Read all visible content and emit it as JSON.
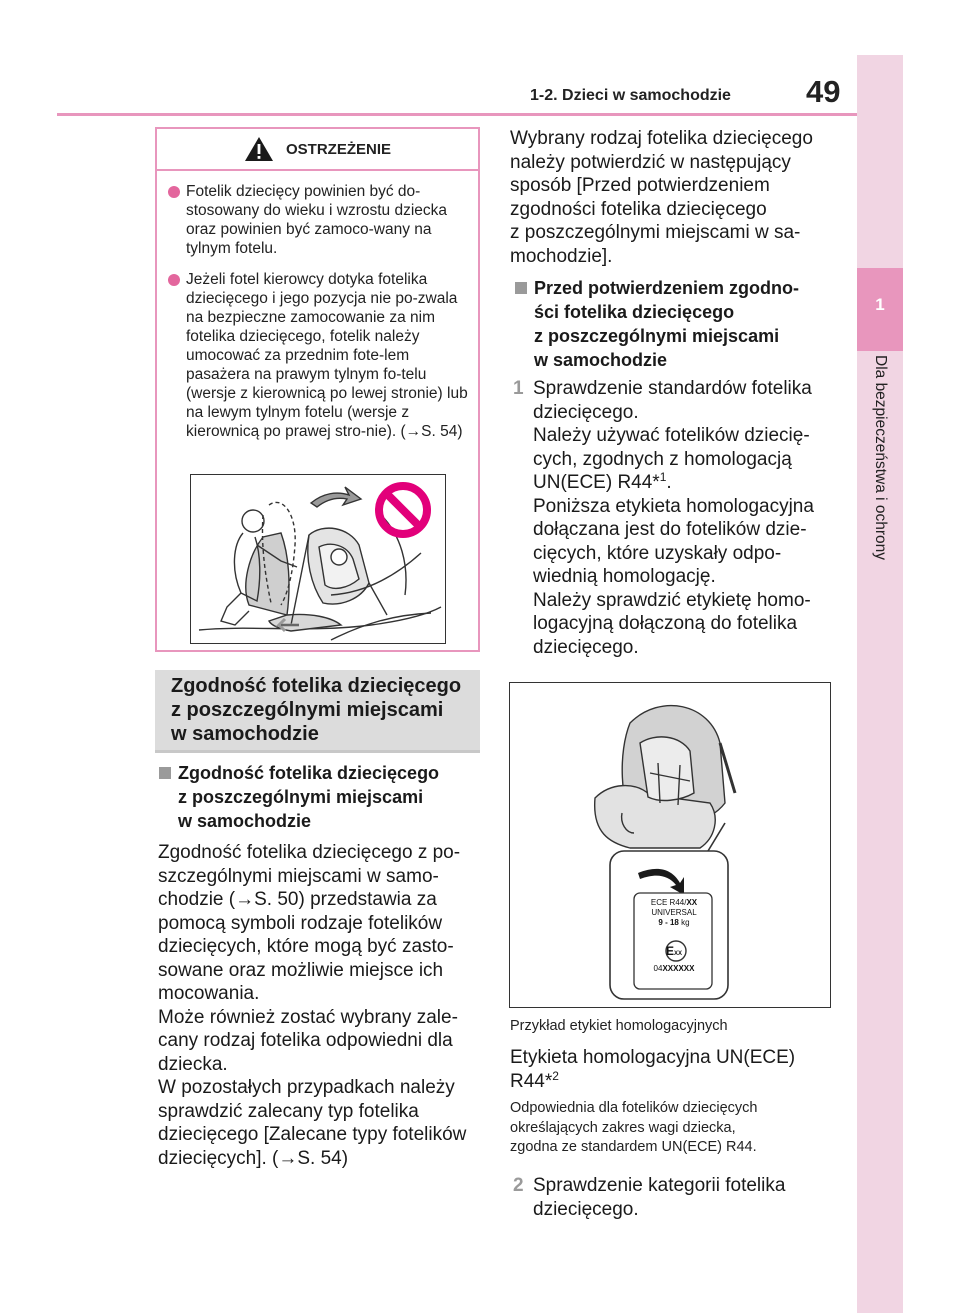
{
  "header": {
    "section_title": "1-2. Dzieci w samochodzie",
    "page_number": "49"
  },
  "side_tab": {
    "chapter_number": "1",
    "chapter_title": "Dla bezpieczeństwa i ochrony"
  },
  "warning": {
    "title": "OSTRZEŻENIE",
    "items": [
      "Fotelik dziecięcy powinien być do-stosowany do wieku i wzrostu dziecka oraz powinien być zamoco-wany na tylnym fotelu.",
      "Jeżeli fotel kierowcy dotyka fotelika dziecięcego i jego pozycja nie po-zwala na bezpieczne zamocowanie za nim fotelika dziecięcego, fotelik należy umocować za przednim fote-lem pasażera na prawym tylnym fo-telu (wersje z kierownicą po lewej stronie) lub na lewym tylnym fotelu (wersje z kierownicą po prawej stro-nie). (→S. 54)"
    ]
  },
  "section_heading": {
    "line1": "Zgodność fotelika dziecięcego",
    "line2": "z poszczególnymi miejscami",
    "line3": "w samochodzie"
  },
  "left_column": {
    "subheading_line1": "Zgodność fotelika dziecięcego",
    "subheading_line2": "z poszczególnymi miejscami",
    "subheading_line3": "w samochodzie",
    "body_lines": [
      "Zgodność fotelika dziecięcego z po-",
      "szczególnymi miejscami w samo-",
      "chodzie (→S. 50) przedstawia za",
      "pomocą symboli rodzaje fotelików",
      "dziecięcych, które mogą być zasto-",
      "sowane oraz możliwie miejsce ich",
      "mocowania.",
      "Może również zostać wybrany zale-",
      "cany rodzaj fotelika odpowiedni dla",
      "dziecka.",
      "W pozostałych przypadkach należy",
      "sprawdzić zalecany typ fotelika",
      "dziecięcego [Zalecane typy fotelików",
      "dziecięcych]. (→S. 54)"
    ]
  },
  "right_column": {
    "intro_lines": [
      "Wybrany rodzaj fotelika dziecięcego",
      "należy potwierdzić w następujący",
      "sposób [Przed potwierdzeniem",
      "zgodności fotelika dziecięcego",
      "z poszczególnymi miejscami w sa-",
      "mochodzie]."
    ],
    "subheading_line1": "Przed potwierdzeniem zgodno-",
    "subheading_line2": "ści fotelika dziecięcego",
    "subheading_line3": "z poszczególnymi miejscami",
    "subheading_line4": "w samochodzie",
    "step1_number": "1",
    "step1_lines": [
      "Sprawdzenie standardów fotelika",
      "dziecięcego.",
      "Należy używać fotelików dziecię-",
      "cych, zgodnych z homologacją"
    ],
    "step1_reg": "UN(ECE) R44*",
    "step1_reg_sup": "1",
    "step1_reg_end": ".",
    "step1_more_lines": [
      "Poniższa etykieta homologacyjna",
      "dołączana jest do fotelików dzie-",
      "cięcych, które uzyskały odpo-",
      "wiednią homologację.",
      "Należy sprawdzić etykietę homo-",
      "logacyjną dołączoną do fotelika",
      "dziecięcego."
    ],
    "label_card": {
      "line1_a": "ECE  R44/",
      "line1_b": "XX",
      "line2": "UNIVERSAL",
      "line3_a": "9 - 18",
      "line3_b": "kg",
      "mark": "E",
      "mark_sub": "XX",
      "code_a": "04",
      "code_b": "XXXXXX"
    },
    "caption": "Przykład etykiet homologacyjnych",
    "label_heading_line1": "Etykieta homologacyjna UN(ECE)",
    "label_heading_line2": "R44*",
    "label_heading_sup": "2",
    "label_desc_lines": [
      "Odpowiednia dla fotelików dziecięcych",
      "określających zakres wagi dziecka,",
      "zgodna ze standardem UN(ECE) R44."
    ],
    "step2_number": "2",
    "step2_lines": [
      "Sprawdzenie kategorii fotelika",
      "dziecięcego."
    ]
  },
  "colors": {
    "accent_pink": "#e896bd",
    "bullet_pink": "#e3669d",
    "side_strip": "#f1d5e3",
    "heading_gray": "#dcdcdc",
    "step_gray": "#9a9a9a",
    "no_sign_red": "#e2007a"
  }
}
